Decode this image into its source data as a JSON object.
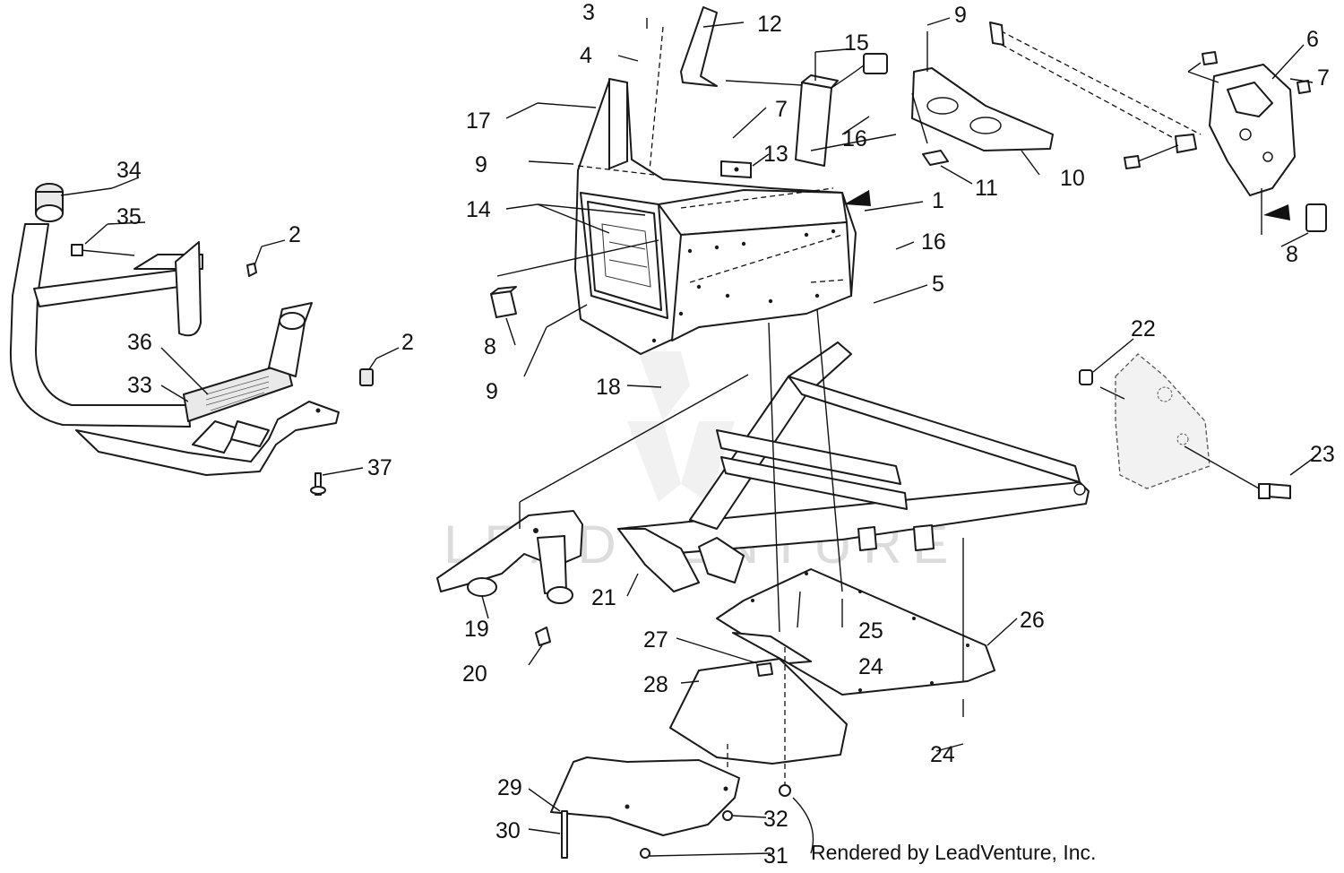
{
  "diagram": {
    "callouts": [
      "1",
      "2",
      "2",
      "3",
      "4",
      "5",
      "6",
      "7",
      "7",
      "8",
      "8",
      "9",
      "9",
      "9",
      "10",
      "11",
      "12",
      "13",
      "14",
      "15",
      "16",
      "16",
      "17",
      "18",
      "19",
      "20",
      "21",
      "22",
      "23",
      "24",
      "24",
      "25",
      "26",
      "27",
      "28",
      "29",
      "30",
      "31",
      "32",
      "33",
      "34",
      "35",
      "36",
      "37"
    ],
    "watermark_text": "LEADVENTURE",
    "credit_text": "Rendered by LeadVenture, Inc."
  }
}
